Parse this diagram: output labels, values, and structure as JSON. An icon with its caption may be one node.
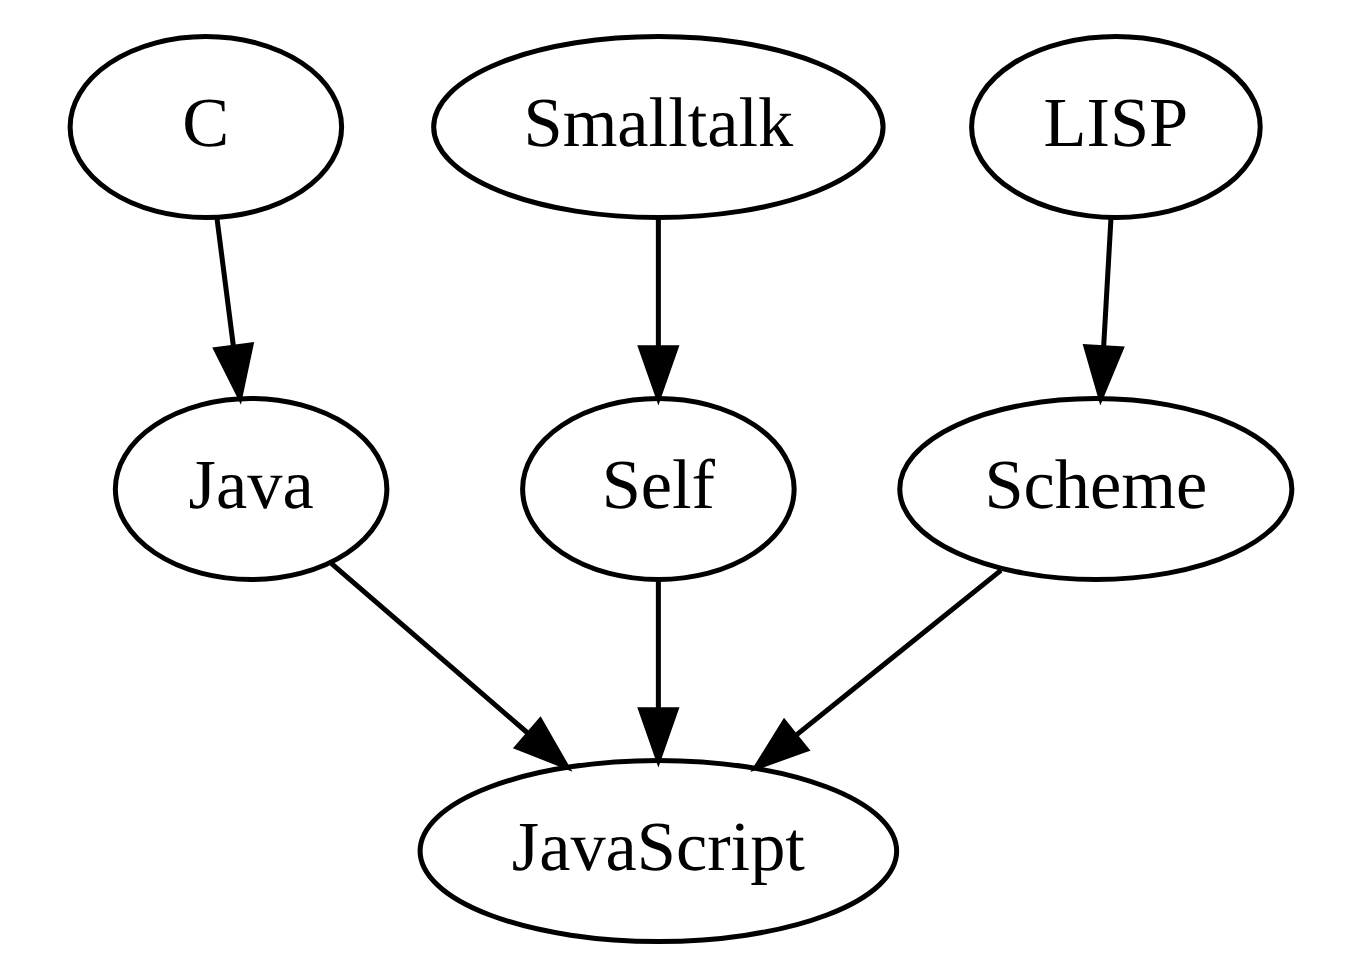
{
  "diagram": {
    "nodes": [
      {
        "text": [
          "C"
        ]
      },
      {
        "text": [
          "Smalltalk"
        ]
      },
      {
        "text": [
          "LISP"
        ]
      },
      {
        "text": [
          "Java"
        ]
      },
      {
        "text": [
          "Self"
        ]
      },
      {
        "text": [
          "Scheme"
        ]
      },
      {
        "text": [
          "JavaScript"
        ]
      }
    ],
    "edges": [
      {
        "from": 0,
        "to": 3,
        "arrow": "to"
      },
      {
        "from": 1,
        "to": 4,
        "arrow": "to"
      },
      {
        "from": 2,
        "to": 5,
        "arrow": "to"
      },
      {
        "from": 3,
        "to": 6,
        "arrow": "to"
      },
      {
        "from": 4,
        "to": 6,
        "arrow": "to"
      },
      {
        "from": 5,
        "to": 6,
        "arrow": "to"
      }
    ]
  }
}
